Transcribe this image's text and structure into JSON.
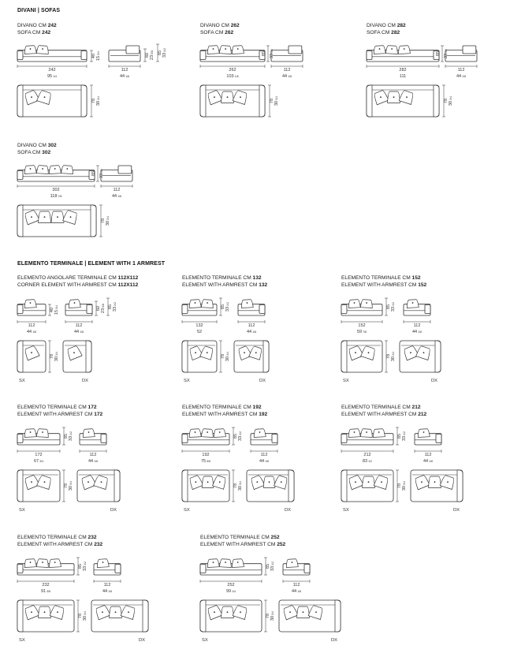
{
  "sections": {
    "sofas": "DIVANI | SOFAS",
    "terminal": "ELEMENTO TERMINALE | ELEMENT WITH 1 ARMREST"
  },
  "items": [
    {
      "t1": "DIVANO CM ",
      "n1": "242",
      "t2": "SOFA CM ",
      "n2": "242",
      "wf": "242",
      "wi": "95",
      "wfr": "1/4",
      "dd": "112",
      "ddi": "44",
      "ddr": "1/8",
      "h1": "40",
      "h1i": "15",
      "h1r": "3/4",
      "h2": "60",
      "h2i": "23",
      "h2r": "5/8",
      "h3": "85",
      "h3i": "33",
      "h3r": "1/2",
      "dp": "78",
      "dpi": "30",
      "dpr": "3/4"
    },
    {
      "t1": "DIVANO CM ",
      "n1": "262",
      "t2": "SOFA CM ",
      "n2": "262",
      "wf": "262",
      "wi": "103",
      "wfr": "1/8",
      "dd": "112",
      "ddi": "44",
      "ddr": "1/8",
      "h3": "85",
      "h3i": "33",
      "h3r": "1/2",
      "dp": "78",
      "dpi": "30",
      "dpr": "3/4"
    },
    {
      "t1": "DIVANO CM ",
      "n1": "282",
      "t2": "SOFA CM ",
      "n2": "282",
      "wf": "282",
      "wi": "111",
      "wfr": "",
      "dd": "112",
      "ddi": "44",
      "ddr": "1/8",
      "h3": "85",
      "h3i": "33",
      "h3r": "1/2",
      "dp": "78",
      "dpi": "30",
      "dpr": "3/4"
    },
    {
      "t1": "DIVANO CM ",
      "n1": "302",
      "t2": "SOFA CM ",
      "n2": "302",
      "wf": "302",
      "wi": "118",
      "wfr": "7/8",
      "dd": "112",
      "ddi": "44",
      "ddr": "1/8",
      "h3": "85",
      "h3i": "33",
      "h3r": "1/2",
      "dp": "78",
      "dpi": "30",
      "dpr": "3/4"
    },
    {
      "t1": "ELEMENTO ANGOLARE TERMINALE CM ",
      "n1": "112X112",
      "t2": "CORNER ELEMENT WITH ARMREST CM ",
      "n2": "112X112",
      "wf": "112",
      "wi": "44",
      "wfr": "1/8",
      "dd": "112",
      "ddi": "44",
      "ddr": "1/8",
      "h1": "40",
      "h1i": "15",
      "h1r": "3/4",
      "h2": "60",
      "h2i": "23",
      "h2r": "5/8",
      "h3": "85",
      "h3i": "33",
      "h3r": "1/2",
      "dp": "78",
      "dpi": "30",
      "dpr": "3/4",
      "sx": "SX",
      "dx": "DX"
    },
    {
      "t1": "ELEMENTO TERMINALE CM ",
      "n1": "132",
      "t2": "ELEMENT WITH ARMREST CM ",
      "n2": "132",
      "wf": "132",
      "wi": "52",
      "wfr": "",
      "dd": "112",
      "ddi": "44",
      "ddr": "1/8",
      "h3": "85",
      "h3i": "33",
      "h3r": "1/2",
      "dp": "78",
      "dpi": "30",
      "dpr": "3/4",
      "sx": "SX",
      "dx": "DX"
    },
    {
      "t1": "ELEMENTO TERMINALE CM ",
      "n1": "152",
      "t2": "ELEMENT WITH ARMREST CM ",
      "n2": "152",
      "wf": "152",
      "wi": "59",
      "wfr": "7/8",
      "dd": "112",
      "ddi": "44",
      "ddr": "1/8",
      "h3": "85",
      "h3i": "33",
      "h3r": "1/2",
      "dp": "78",
      "dpi": "30",
      "dpr": "3/4",
      "sx": "SX",
      "dx": "DX"
    },
    {
      "t1": "ELEMENTO TERMINALE CM ",
      "n1": "172",
      "t2": "ELEMENT WITH ARMREST CM ",
      "n2": "172",
      "wf": "172",
      "wi": "67",
      "wfr": "3/4",
      "dd": "112",
      "ddi": "44",
      "ddr": "1/8",
      "h3": "85",
      "h3i": "33",
      "h3r": "1/2",
      "dp": "78",
      "dpi": "30",
      "dpr": "3/4",
      "sx": "SX",
      "dx": "DX"
    },
    {
      "t1": "ELEMENTO TERMINALE CM ",
      "n1": "192",
      "t2": "ELEMENT WITH ARMREST CM ",
      "n2": "192",
      "wf": "192",
      "wi": "75",
      "wfr": "5/8",
      "dd": "112",
      "ddi": "44",
      "ddr": "1/8",
      "h3": "85",
      "h3i": "33",
      "h3r": "1/2",
      "dp": "78",
      "dpi": "30",
      "dpr": "3/4",
      "sx": "SX",
      "dx": "DX"
    },
    {
      "t1": "ELEMENTO TERMINALE CM ",
      "n1": "212",
      "t2": "ELEMENT WITH ARMREST CM ",
      "n2": "212",
      "wf": "212",
      "wi": "83",
      "wfr": "1/2",
      "dd": "112",
      "ddi": "44",
      "ddr": "1/8",
      "h3": "85",
      "h3i": "33",
      "h3r": "1/2",
      "dp": "78",
      "dpi": "30",
      "dpr": "3/4",
      "sx": "SX",
      "dx": "DX"
    },
    {
      "t1": "ELEMENTO TERMINALE CM ",
      "n1": "232",
      "t2": "ELEMENT WITH ARMREST CM ",
      "n2": "232",
      "wf": "232",
      "wi": "91",
      "wfr": "3/8",
      "dd": "112",
      "ddi": "44",
      "ddr": "1/8",
      "h3": "85",
      "h3i": "33",
      "h3r": "1/2",
      "dp": "78",
      "dpi": "30",
      "dpr": "3/4",
      "sx": "SX",
      "dx": "DX"
    },
    {
      "t1": "ELEMENTO TERMINALE CM ",
      "n1": "252",
      "t2": "ELEMENT WITH ARMREST CM ",
      "n2": "252",
      "wf": "252",
      "wi": "99",
      "wfr": "1/4",
      "dd": "112",
      "ddi": "44",
      "ddr": "1/8",
      "h3": "85",
      "h3i": "33",
      "h3r": "1/2",
      "dp": "78",
      "dpi": "30",
      "dpr": "3/4",
      "sx": "SX",
      "dx": "DX"
    }
  ]
}
